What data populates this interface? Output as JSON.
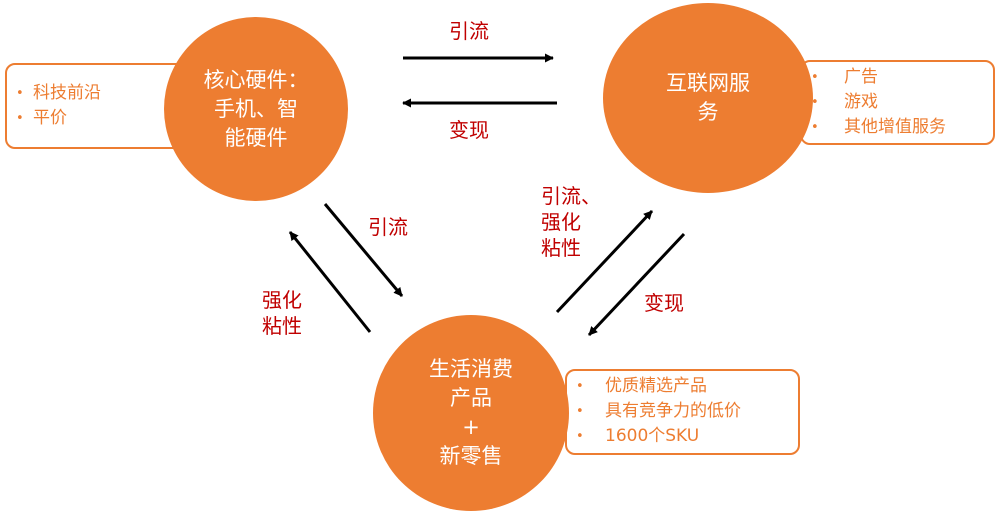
{
  "colors": {
    "node_fill": "#ED7D31",
    "node_text": "#FFFFFF",
    "box_border": "#ED7D31",
    "box_text": "#ED7D31",
    "arrow": "#000000",
    "edge_label": "#C00000"
  },
  "nodes": {
    "hardware": {
      "lines": [
        "核心硬件：",
        "手机、智",
        "能硬件"
      ],
      "bullets": [
        "科技前沿",
        "平价"
      ]
    },
    "internet": {
      "lines": [
        "互联网服",
        "务"
      ],
      "bullets": [
        "广告",
        "游戏",
        "其他增值服务"
      ]
    },
    "consumer": {
      "lines": [
        "生活消费",
        "产品",
        "+",
        "新零售"
      ],
      "bullets": [
        "优质精选产品",
        "具有竞争力的低价",
        "1600个SKU"
      ]
    }
  },
  "edges": {
    "hardware_to_internet": "引流",
    "internet_to_hardware": "变现",
    "hardware_to_consumer": "引流",
    "consumer_to_hardware": [
      "强化",
      "粘性"
    ],
    "consumer_to_internet": [
      "引流、",
      "强化",
      "粘性"
    ],
    "internet_to_consumer": "变现"
  }
}
